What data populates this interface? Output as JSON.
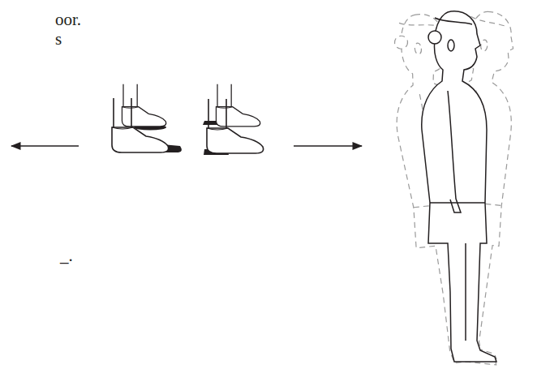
{
  "diagram": {
    "labels": [
      "oor.",
      "s",
      "_."
    ]
  }
}
